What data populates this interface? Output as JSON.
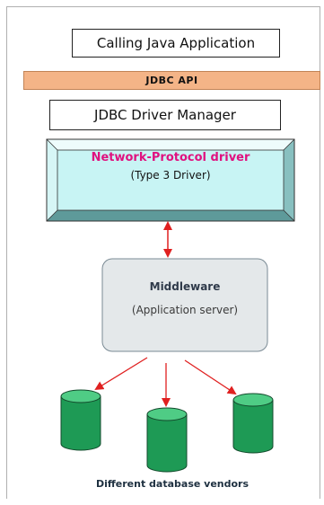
{
  "diagram": {
    "calling_app": "Calling Java Application",
    "jdbc_api": "JDBC API",
    "driver_manager": "JDBC Driver Manager",
    "network_driver_title": "Network-Protocol driver",
    "network_driver_subtitle": "(Type 3 Driver)",
    "middleware_title": "Middleware",
    "middleware_subtitle": "(Application server)",
    "vendors_caption": "Different database vendors"
  },
  "colors": {
    "api_bar": "#f4b487",
    "driver_box": "#c8f4f4",
    "driver_title": "#e0117f",
    "middleware_box": "#e4e8ea",
    "database": "#1e9a55",
    "arrow": "#e02020"
  }
}
